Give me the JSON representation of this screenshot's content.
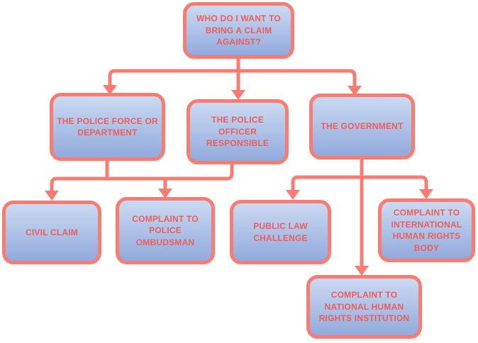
{
  "diagram": {
    "type": "flowchart",
    "title": "Who do I want to bring a claim against? decision tree",
    "colors": {
      "box_border": "#F97C73",
      "box_fill_top": "#CBDAF2",
      "box_fill_bottom": "#92AADC",
      "text": "#EE5E5C",
      "connector": "#F97C73",
      "background": "#FFFFFF"
    },
    "nodes": [
      {
        "id": "root",
        "label": "WHO DO I WANT TO BRING A CLAIM AGAINST?"
      },
      {
        "id": "police-force",
        "label": "THE POLICE FORCE OR DEPARTMENT"
      },
      {
        "id": "police-officer",
        "label": "THE POLICE OFFICER RESPONSIBLE"
      },
      {
        "id": "government",
        "label": "THE GOVERNMENT"
      },
      {
        "id": "civil-claim",
        "label": "CIVIL CLAIM"
      },
      {
        "id": "police-ombudsman",
        "label": "COMPLAINT TO POLICE OMBUDSMAN"
      },
      {
        "id": "public-law-challenge",
        "label": "PUBLIC LAW CHALLENGE"
      },
      {
        "id": "intl-human-rights-body",
        "label": "COMPLAINT TO INTERNATIONAL HUMAN RIGHTS BODY"
      },
      {
        "id": "national-human-rights-institution",
        "label": "COMPLAINT TO NATIONAL HUMAN RIGHTS INSTITUTION"
      }
    ],
    "edges": [
      {
        "from": "root",
        "to": "police-force"
      },
      {
        "from": "root",
        "to": "police-officer"
      },
      {
        "from": "root",
        "to": "government"
      },
      {
        "from": "police-force",
        "to": "civil-claim"
      },
      {
        "from": "police-force",
        "to": "police-ombudsman"
      },
      {
        "from": "police-officer",
        "to": "civil-claim"
      },
      {
        "from": "police-officer",
        "to": "police-ombudsman"
      },
      {
        "from": "government",
        "to": "public-law-challenge"
      },
      {
        "from": "government",
        "to": "intl-human-rights-body"
      },
      {
        "from": "government",
        "to": "national-human-rights-institution"
      }
    ]
  }
}
